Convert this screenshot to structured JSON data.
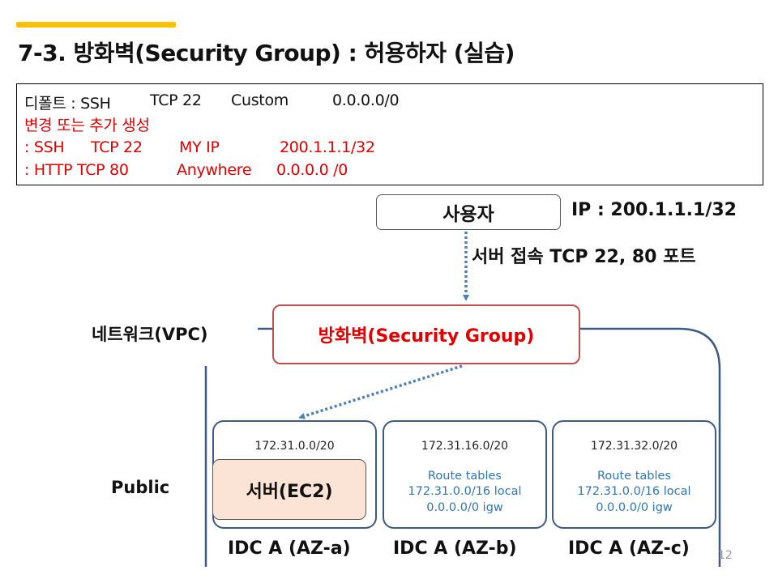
{
  "title": "7-3. 방화벽(Security Group) : 허용하자 (실습)",
  "info": {
    "default_line": [
      "디폴트 : SSH",
      "TCP 22",
      "Custom",
      "0.0.0.0/0"
    ],
    "change_heading": "변경  또는 추가 생성",
    "ssh_line": [
      ": SSH",
      "TCP 22",
      "MY IP",
      "200.1.1.1/32"
    ],
    "http_line": [
      ": HTTP TCP 80",
      "Anywhere",
      "0.0.0.0  /0"
    ]
  },
  "user": {
    "label": "사용자",
    "ip": "IP : 200.1.1.1/32",
    "connection": "서버 접속 TCP 22, 80 포트"
  },
  "network_label": "네트워크(VPC)",
  "firewall_label": "방화벽(Security Group)",
  "public_label": "Public",
  "subnets": [
    {
      "cidr": "172.31.0.0/20",
      "server_label": "서버(EC2)",
      "zone_label": "IDC A (AZ-a)"
    },
    {
      "cidr": "172.31.16.0/20",
      "route_title": "Route tables",
      "route_local": "172.31.0.0/16 local",
      "route_igw": "0.0.0.0/0 igw",
      "zone_label": "IDC A (AZ-b)"
    },
    {
      "cidr": "172.31.32.0/20",
      "route_title": "Route tables",
      "route_local": "172.31.0.0/16 local",
      "route_igw": "0.0.0.0/0 igw",
      "zone_label": "IDC A (AZ-c)"
    }
  ],
  "page_number": "12",
  "colors": {
    "accent": "#ffc000",
    "red_text": "#e00000",
    "firewall_border": "#c0504d",
    "vpc_border": "#3d5a80",
    "arrow": "#4a7ebb",
    "route_text": "#2e75b6",
    "server_fill": "#fbe4d5"
  }
}
